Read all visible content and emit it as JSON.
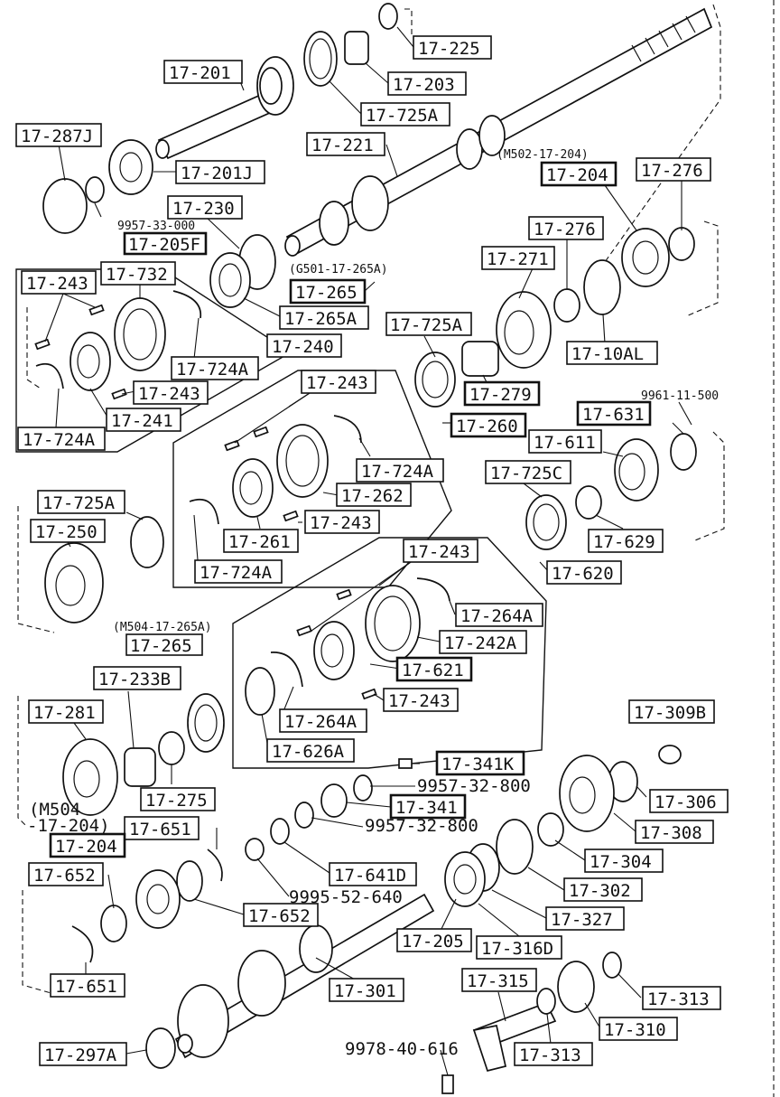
{
  "labels": {
    "l17_225": "17-225",
    "l17_201": "17-201",
    "l17_203": "17-203",
    "l17_725A_top": "17-725A",
    "l17_287J": "17-287J",
    "l17_221": "17-221",
    "l17_201J": "17-201J",
    "m502_note": "(M502-17-204)",
    "l17_204_top": "17-204",
    "l17_276_top": "17-276",
    "l9957_33_000": "9957-33-000",
    "l17_230": "17-230",
    "l17_205F": "17-205F",
    "l17_276_mid": "17-276",
    "g501_note": "(G501-17-265A)",
    "l17_243_a": "17-243",
    "l17_732": "17-732",
    "l17_265_top": "17-265",
    "l17_271": "17-271",
    "l17_265A": "17-265A",
    "l17_725A_mid": "17-725A",
    "l17_240": "17-240",
    "l17_10AL": "17-10AL",
    "l17_724A_a": "17-724A",
    "l17_243_b": "17-243",
    "l17_279": "17-279",
    "l17_241": "17-241",
    "l17_243_c": "17-243",
    "l9961_11_500": "9961-11-500",
    "l17_724A_b": "17-724A",
    "l17_260": "17-260",
    "l17_631": "17-631",
    "l17_611": "17-611",
    "l17_724A_c": "17-724A",
    "l17_725C": "17-725C",
    "l17_262": "17-262",
    "l17_725A_left": "17-725A",
    "l17_243_d": "17-243",
    "l17_250": "17-250",
    "l17_629": "17-629",
    "l17_261": "17-261",
    "l17_243_e": "17-243",
    "l17_724A_d": "17-724A",
    "l17_620": "17-620",
    "l17_264A_a": "17-264A",
    "m504_note_a": "(M504-17-265A)",
    "l17_265_mid": "17-265",
    "l17_242A": "17-242A",
    "l17_233B": "17-233B",
    "l17_621": "17-621",
    "l17_281": "17-281",
    "l17_243_f": "17-243",
    "l17_309B": "17-309B",
    "l17_264A_b": "17-264A",
    "l17_626A": "17-626A",
    "l17_341K": "17-341K",
    "l17_275": "17-275",
    "l9957_32_800_a": "9957-32-800",
    "l17_306": "17-306",
    "l17_341": "17-341",
    "m504_note_b": "(M504",
    "m504_note_c": "-17-204)",
    "l17_651_a": "17-651",
    "l9957_32_800_b": "9957-32-800",
    "l17_308": "17-308",
    "l17_204_mid": "17-204",
    "l17_304": "17-304",
    "l17_652_a": "17-652",
    "l17_641D": "17-641D",
    "l17_302": "17-302",
    "l9995_52_640": "9995-52-640",
    "l17_652_b": "17-652",
    "l17_327": "17-327",
    "l17_205": "17-205",
    "l17_316D": "17-316D",
    "l17_651_b": "17-651",
    "l17_315": "17-315",
    "l17_301": "17-301",
    "l17_313_a": "17-313",
    "l17_310": "17-310",
    "l9978_40_616": "9978-40-616",
    "l17_297A": "17-297A",
    "l17_313_b": "17-313"
  }
}
